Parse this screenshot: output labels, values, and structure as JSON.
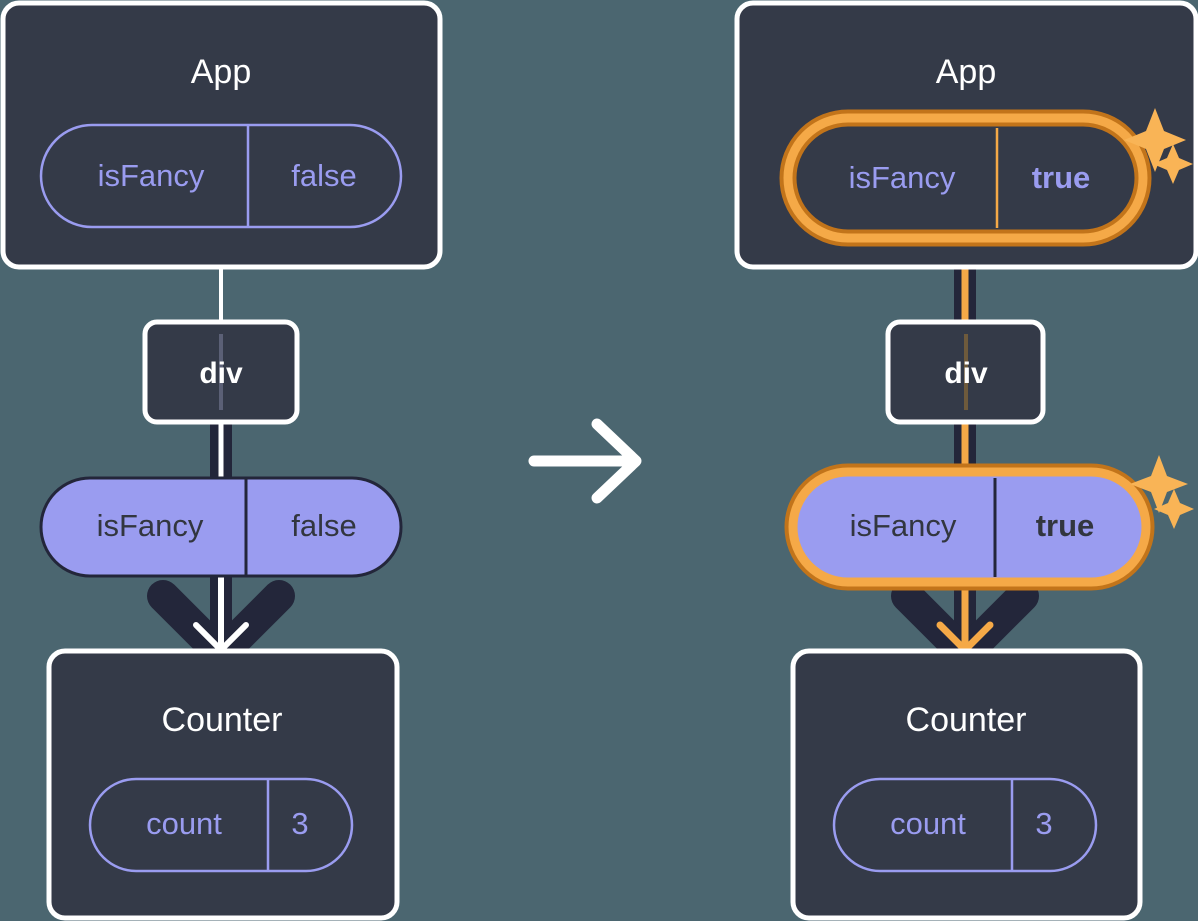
{
  "diagram": {
    "title_hidden": "React state update flow",
    "background_color": "#4b6670",
    "card_color": "#343a48",
    "card_border_color": "#ffffff",
    "pill_fill_color": "#9a9cf0",
    "pill_outline_color": "#9a9cf0",
    "highlight_outer_color": "#c2741a",
    "highlight_inner_color": "#f5a947",
    "sparkle_color": "#f9b456",
    "wire_dark_color": "#23263a",
    "wire_light_color": "#ffffff",
    "text_dark_color": "#32363f",
    "transition_arrow": "arrow-right"
  },
  "before": {
    "app": {
      "title": "App",
      "state": {
        "name": "isFancy",
        "value": "false",
        "highlighted": false
      }
    },
    "div": {
      "title": "div"
    },
    "prop": {
      "name": "isFancy",
      "value": "false",
      "highlighted": false
    },
    "counter": {
      "title": "Counter",
      "state": {
        "name": "count",
        "value": "3",
        "highlighted": false
      }
    }
  },
  "after": {
    "app": {
      "title": "App",
      "state": {
        "name": "isFancy",
        "value": "true",
        "highlighted": true
      }
    },
    "div": {
      "title": "div"
    },
    "prop": {
      "name": "isFancy",
      "value": "true",
      "highlighted": true
    },
    "counter": {
      "title": "Counter",
      "state": {
        "name": "count",
        "value": "3",
        "highlighted": false
      }
    }
  }
}
